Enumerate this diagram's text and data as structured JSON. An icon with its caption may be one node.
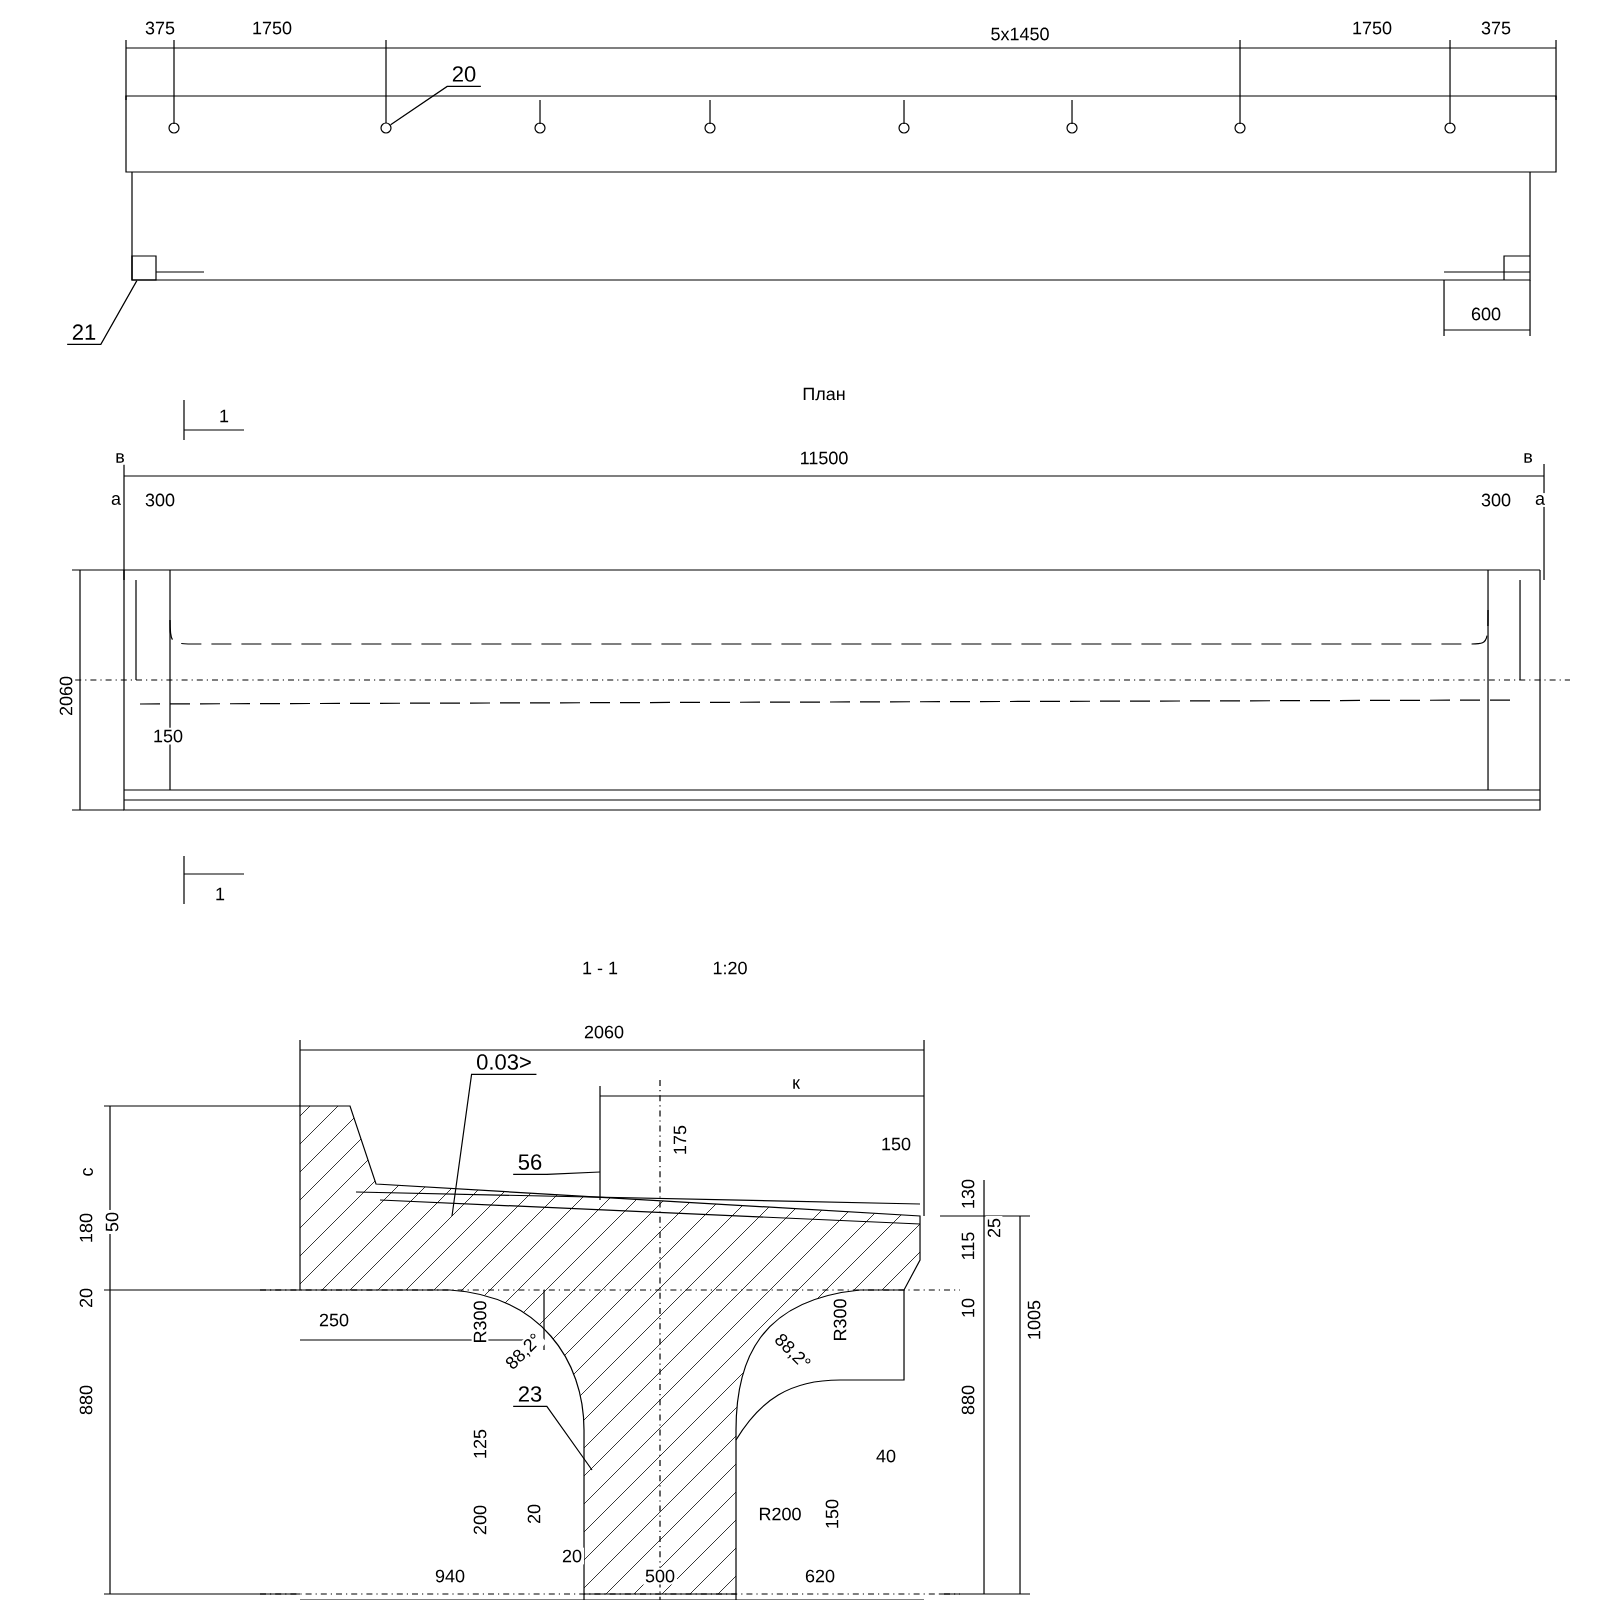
{
  "diagram": {
    "nodes": [
      {
        "text": [
          "20"
        ]
      },
      {
        "text": [
          "21"
        ]
      },
      {
        "text": [
          "0.03>"
        ]
      },
      {
        "text": [
          "56"
        ]
      },
      {
        "text": [
          "23"
        ]
      },
      {
        "text": [],
        "shape": "box"
      },
      {
        "text": [],
        "shape": "circle"
      }
    ],
    "edges": [
      {
        "from": 0,
        "to": 6,
        "arrow": "none"
      },
      {
        "from": 1,
        "to": 5,
        "arrow": "none"
      },
      {
        "from": 2,
        "to": null,
        "arrow": "none"
      },
      {
        "from": 3,
        "to": null,
        "arrow": "none"
      },
      {
        "from": 4,
        "to": null,
        "arrow": "none"
      }
    ],
    "labels": [
      "375",
      "1750",
      "5x1450",
      "1750",
      "375",
      "600",
      "План",
      "1",
      "в",
      "11500",
      "в",
      "а",
      "300",
      "300",
      "а",
      "2060",
      "150",
      "1",
      "1 - 1",
      "1:20",
      "2060",
      "к",
      "175",
      "150",
      "с",
      "50",
      "180",
      "130",
      "25",
      "115",
      "20",
      "250",
      "R300",
      "R300",
      "10",
      "1005",
      "880",
      "880",
      "40",
      "125",
      "200",
      "20",
      "R200",
      "150",
      "20",
      "940",
      "500",
      "620",
      "88,2°",
      "88,2°"
    ]
  }
}
